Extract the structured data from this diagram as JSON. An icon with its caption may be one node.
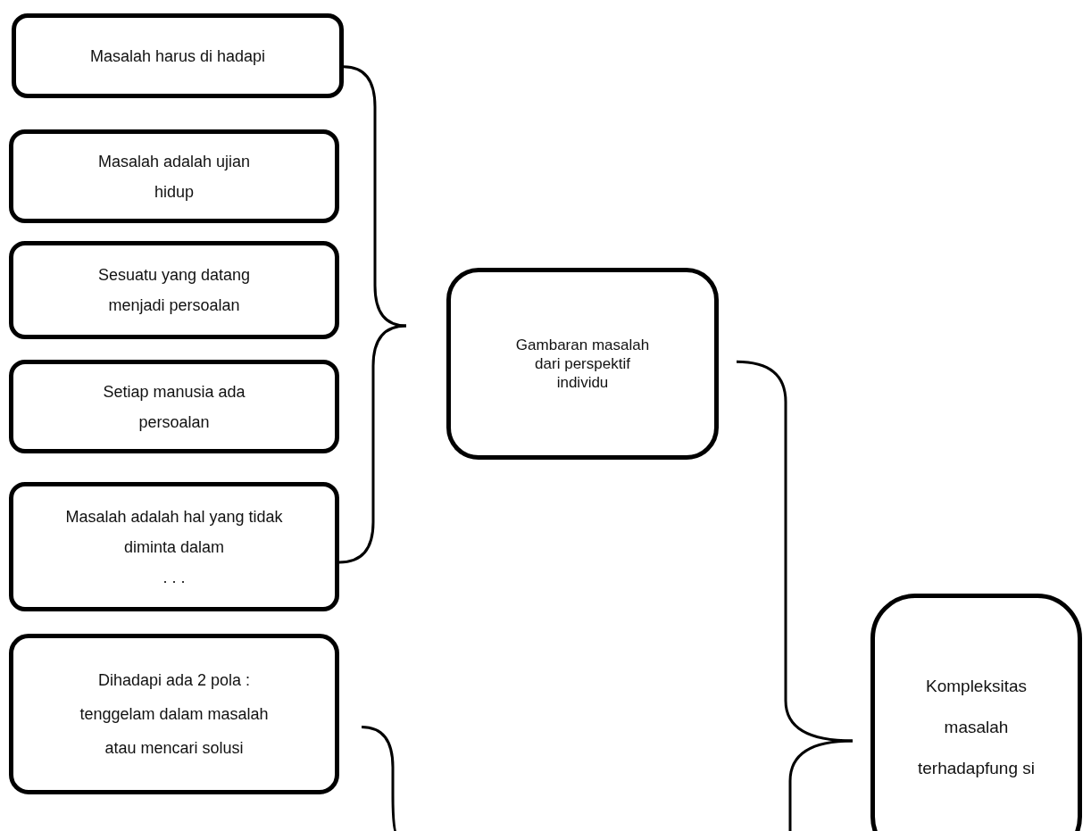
{
  "diagram": {
    "nodes": [
      {
        "text": [
          "Masalah harus di hadapi"
        ]
      },
      {
        "text": [
          "Masalah adalah ujian hidup"
        ]
      },
      {
        "text": [
          "Sesuatu yang datang menjadi persoalan"
        ]
      },
      {
        "text": [
          "Setiap manusia ada persoalan"
        ]
      },
      {
        "text": [
          "Masalah adalah hal yang tidak diminta dalam",
          ". . ."
        ]
      },
      {
        "text": [
          "Dihadapi ada 2 pola : tenggelam dalam masalah atau mencari solusi"
        ]
      },
      {
        "text": [
          "Gambaran masalah dari perspektif individu"
        ]
      },
      {
        "text": [
          "Kompleksitas masalah terhadapfung si"
        ]
      }
    ],
    "edges": [
      {
        "from": 0,
        "to": 6,
        "arrow": "none"
      },
      {
        "from": 4,
        "to": 6,
        "arrow": "none"
      },
      {
        "from": 6,
        "to": 7,
        "arrow": "none"
      },
      {
        "from": null,
        "to": 7,
        "arrow": "none"
      },
      {
        "from": 5,
        "to": null,
        "arrow": "none"
      }
    ]
  }
}
